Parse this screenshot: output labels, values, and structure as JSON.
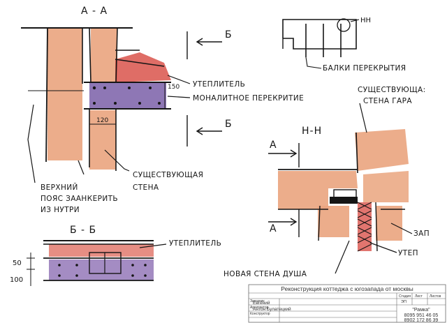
{
  "sections": {
    "aa_title": "А - А",
    "bb_title": "Б - Б",
    "hh_title": "Н-Н",
    "arrow_b_top": "Б",
    "arrow_b_bottom": "Б",
    "arrow_a_top": "А",
    "arrow_a_bottom": "А"
  },
  "labels": {
    "insulation_aa": "УТЕПЛИТЕЛЬ",
    "slab": "МОНАЛИТНОЕ ПЕРЕКРИТИЕ",
    "dim_150": "150",
    "dim_120": "120",
    "existing_wall_1": "СУЩЕСТВУЮЩАЯ",
    "existing_wall_2": "СТЕНА",
    "belt_1": "ВЕРХНИЙ",
    "belt_2": "ПОЯС ЗААНКЕРИТЬ",
    "belt_3": "ИЗ НУТРИ",
    "hh_marker": "НН",
    "beams": "БАЛКИ ПЕРЕКРЫТИЯ",
    "garage_wall_1": "СУЩЕСТВУЮЩА:",
    "garage_wall_2": "СТЕНА ГАРА",
    "insulation_bb": "УТЕПЛИТЕЛЬ",
    "dim_50": "50",
    "dim_100": "100",
    "right_cut_1": "ЗАП",
    "right_cut_2": "УТЕП",
    "new_wall": "НОВАЯ СТЕНА ДУША"
  },
  "title_block": {
    "project": "Реконструкция коттеджа с югозапада от москвы",
    "customer_label": "Заказчик",
    "customer": "Евгений",
    "architect_label": "Архитектор",
    "architect": "Антон Булатецкий",
    "constructor_label": "Конструктор",
    "stage_label": "Стадия",
    "sheet_label": "Лист",
    "sheets_label": "Листов",
    "stage": "ЭП",
    "firm": "\"Рамка\"",
    "phone1": "8095 951 46 05",
    "phone2": "8902 172 86 39"
  },
  "colors": {
    "brick": "#e8a27a",
    "insulation": "#d9534b",
    "concrete": "#8e77b5",
    "ink": "#151515"
  }
}
